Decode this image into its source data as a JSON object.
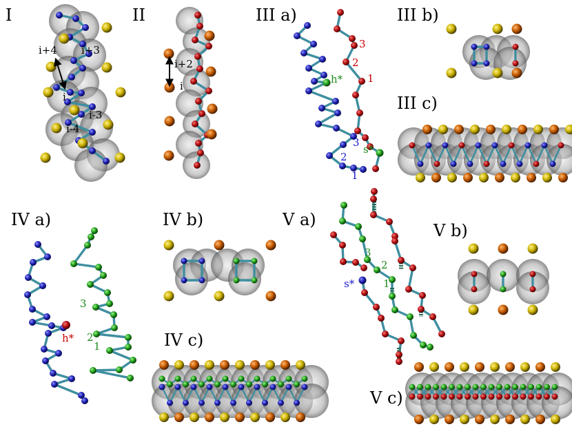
{
  "colors": {
    "background": "#ffffff",
    "blue_bead": "#1f22b8",
    "red_bead": "#b40d10",
    "green_bead": "#1f9a18",
    "yellow_bead": "#c9b000",
    "orange_bead": "#c45a00",
    "bond": "#3f8fa0",
    "shadow_sphere": "#9a9a9a",
    "label_green": "#1e8a1e",
    "label_red": "#c80000",
    "label_blue": "#1a1ad0"
  },
  "panels": {
    "I": "I",
    "II": "II",
    "III_a": "III a)",
    "III_b": "III b)",
    "III_c": "III c)",
    "IV_a": "IV a)",
    "IV_b": "IV b)",
    "IV_c": "IV c)",
    "V_a": "V a)",
    "V_b": "V b)",
    "V_c": "V c)"
  },
  "labels": {
    "I": {
      "i_plus_4": "i+4",
      "i_plus_3": "i+3",
      "i": "i",
      "i_minus_3": "i-3",
      "i_minus_4": "i-4"
    },
    "II": {
      "i_plus_2": "i+2",
      "i": "i"
    },
    "III_a": {
      "n3": "3",
      "n2": "2",
      "n1": "1",
      "h_star": "h*",
      "s_star": "s*",
      "b3": "3",
      "b2": "2",
      "b1": "1"
    },
    "IV_a": {
      "h_star": "h*",
      "n3": "3",
      "n2": "2",
      "n1": "1"
    },
    "V_a": {
      "n3": "3",
      "n2": "2",
      "n1": "1",
      "s_star": "s*"
    }
  },
  "icons": {
    "double_arrow": "double-arrow-icon"
  }
}
